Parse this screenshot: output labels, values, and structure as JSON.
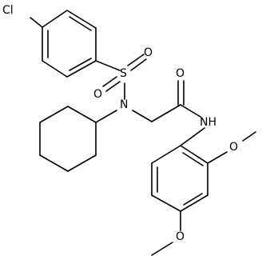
{
  "molecule": {
    "atoms": {
      "cl": "Cl",
      "s": "S",
      "o_s1": "O",
      "o_s2": "O",
      "n_sulfonamide": "N",
      "o_carbonyl": "O",
      "nh_amide": "NH",
      "o_methoxy_top": "O",
      "o_methoxy_bottom": "O"
    }
  }
}
